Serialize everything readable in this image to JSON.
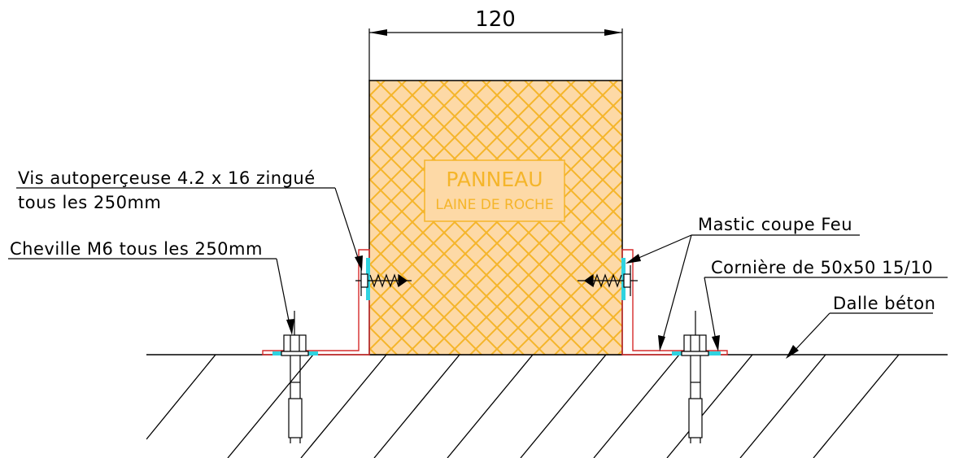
{
  "dimension": {
    "value": "120"
  },
  "panel": {
    "title": "PANNEAU",
    "subtitle": "LAINE DE ROCHE"
  },
  "labels": {
    "screw_line1": "Vis autoperçeuse 4.2 x 16 zingué",
    "screw_line2": "tous les 250mm",
    "anchor": "Cheville M6 tous les 250mm",
    "sealant": "Mastic coupe Feu",
    "angle": "Cornière de 50x50 15/10",
    "slab": "Dalle béton"
  },
  "colors": {
    "line": "#000000",
    "panel_fill": "#fdd9a6",
    "panel_hatch": "#f5b52a",
    "angle": "#d62b2b",
    "sealant": "#2fd3e0"
  }
}
